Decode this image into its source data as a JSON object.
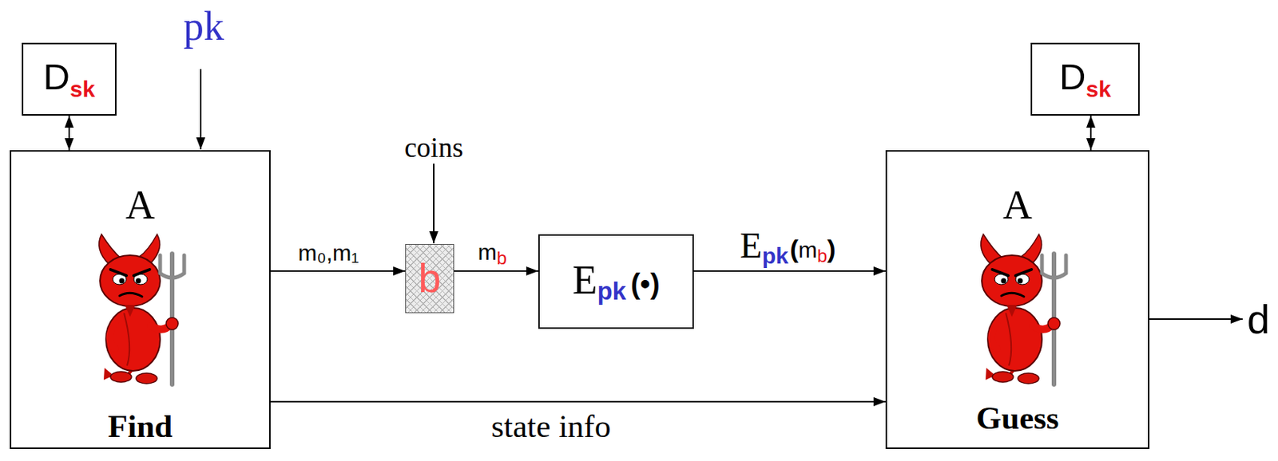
{
  "diagram": {
    "nodes": [
      {
        "text": [
          "D",
          "sk"
        ]
      },
      {
        "text": [
          "A",
          "Find"
        ]
      },
      {
        "text": [
          "b"
        ]
      },
      {
        "text": [
          "E",
          "pk",
          "(•)"
        ]
      },
      {
        "text": [
          "D",
          "sk"
        ]
      },
      {
        "text": [
          "A",
          "Guess"
        ]
      }
    ],
    "edges": [
      {
        "from": 0,
        "to": 1,
        "arrow": "both"
      },
      {
        "from": 1,
        "to": 2,
        "label": "m₀,m₁",
        "arrow": "to"
      },
      {
        "from": 2,
        "to": 3,
        "arrow": "to"
      },
      {
        "from": 3,
        "to": 5,
        "arrow": "to"
      },
      {
        "from": 1,
        "to": 5,
        "label": "state info",
        "arrow": "to"
      },
      {
        "from": 4,
        "to": 5,
        "arrow": "both"
      }
    ],
    "labels": [
      "pk",
      "coins",
      "m",
      "b",
      "E",
      "pk",
      "(",
      "m",
      "b",
      ")",
      "d"
    ]
  }
}
